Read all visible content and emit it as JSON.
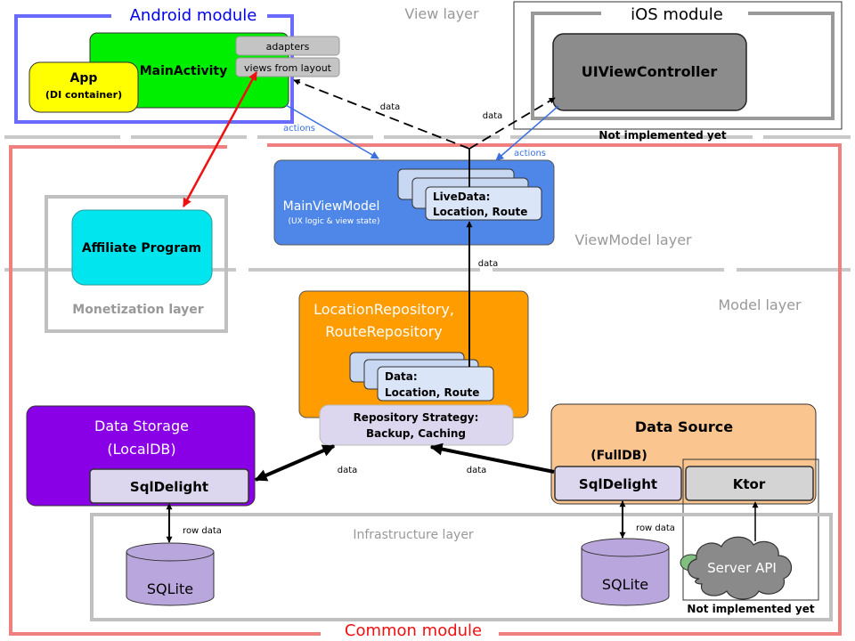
{
  "layers": {
    "view": "View layer",
    "viewmodel": "ViewModel layer",
    "model": "Model layer",
    "infrastructure": "Infrastructure layer",
    "monetization": "Monetization layer"
  },
  "modules": {
    "android": "Android module",
    "ios": "iOS module",
    "common": "Common module"
  },
  "nodes": {
    "app_title": "App",
    "app_subtitle": "(DI container)",
    "main_activity": "MainActivity",
    "adapters": "adapters",
    "views_from_layout": "views from layout",
    "ui_view_controller": "UIViewController",
    "ios_not_implemented": "Not implemented yet",
    "main_view_model": "MainViewModel",
    "main_view_model_sub": "(UX logic & view state)",
    "live_data_line1": "LiveData:",
    "live_data_line2": "Location, Route",
    "affiliate_program": "Affiliate Program",
    "repo_line1": "LocationRepository,",
    "repo_line2": "RouteRepository",
    "repo_data_line1": "Data:",
    "repo_data_line2": "Location, Route",
    "strategy_line1": "Repository Strategy:",
    "strategy_line2": "Backup, Caching",
    "data_storage_line1": "Data Storage",
    "data_storage_line2": "(LocalDB)",
    "sqldelight_left": "SqlDelight",
    "data_source": "Data Source",
    "full_db": "(FullDB)",
    "sqldelight_right": "SqlDelight",
    "ktor": "Ktor",
    "sqlite_left": "SQLite",
    "sqlite_right": "SQLite",
    "server_api": "Server API",
    "server_not_implemented": "Not implemented yet"
  },
  "edge_labels": {
    "data_mv_to_activity": "data",
    "data_mv_to_ios": "data",
    "actions_android": "actions",
    "actions_ios": "actions",
    "data_repo_to_vm": "data",
    "data_storage": "data",
    "data_source": "data",
    "row_data_left": "row data",
    "row_data_right": "row data"
  },
  "colors": {
    "android_blue": "#6a6aff",
    "common_red": "#f08080",
    "main_activity_green": "#00ee00",
    "app_yellow": "#ffff00",
    "vm_blue": "#4f87e8",
    "affiliate_cyan": "#00e5ee",
    "repo_orange": "#ff9c00",
    "storage_purple": "#8a00e6",
    "source_peach": "#fbc590",
    "lavender": "#dcd6ee",
    "red_arrow": "#ee1111",
    "blue_arrow": "#3b6fe0"
  }
}
